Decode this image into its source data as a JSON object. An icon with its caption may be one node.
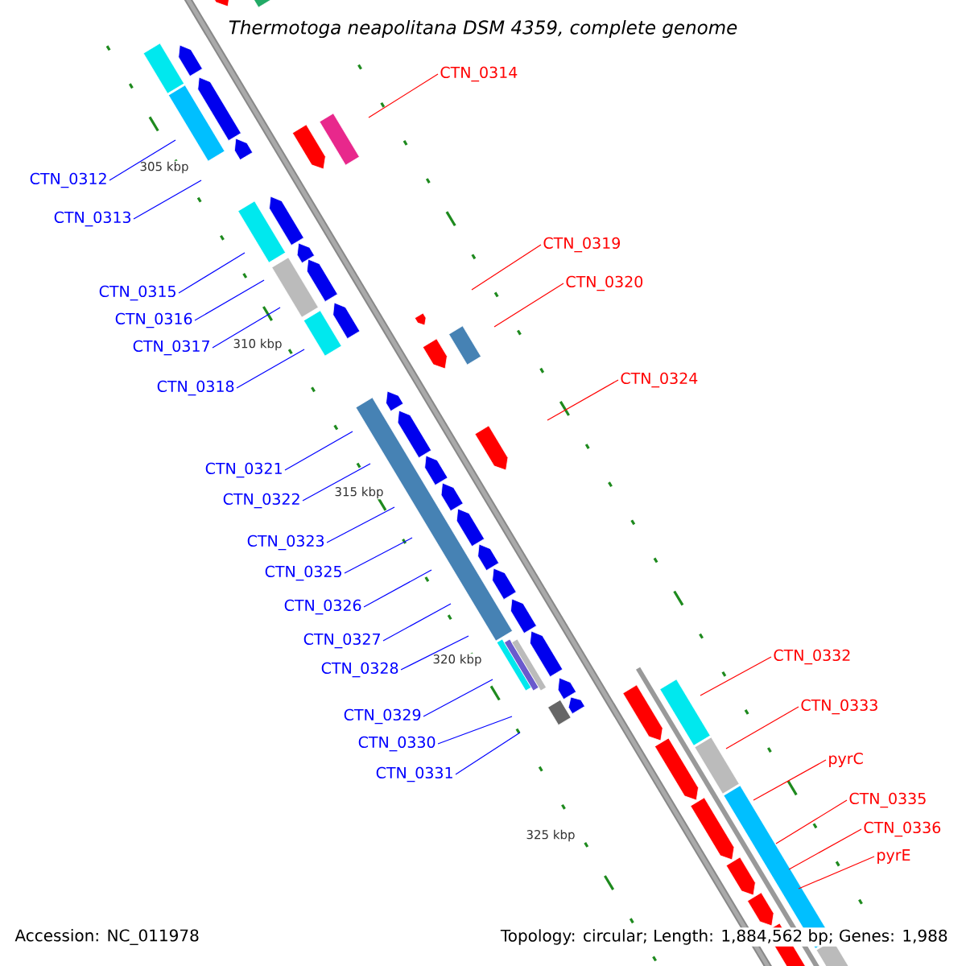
{
  "diagram": {
    "title": "Thermotoga neapolitana DSM 4359, complete genome",
    "nodes": [
      {
        "text": [
          "CTN_0314"
        ]
      },
      {
        "text": [
          "CTN_0312"
        ]
      },
      {
        "text": [
          "CTN_0313"
        ]
      },
      {
        "text": [
          "CTN_0319"
        ]
      },
      {
        "text": [
          "CTN_0320"
        ]
      },
      {
        "text": [
          "CTN_0315"
        ]
      },
      {
        "text": [
          "CTN_0316"
        ]
      },
      {
        "text": [
          "CTN_0317"
        ]
      },
      {
        "text": [
          "CTN_0324"
        ]
      },
      {
        "text": [
          "CTN_0318"
        ]
      },
      {
        "text": [
          "CTN_0321"
        ]
      },
      {
        "text": [
          "CTN_0322"
        ]
      },
      {
        "text": [
          "CTN_0323"
        ]
      },
      {
        "text": [
          "CTN_0325"
        ]
      },
      {
        "text": [
          "CTN_0326"
        ]
      },
      {
        "text": [
          "CTN_0327"
        ]
      },
      {
        "text": [
          "CTN_0328"
        ]
      },
      {
        "text": [
          "CTN_0332"
        ]
      },
      {
        "text": [
          "CTN_0333"
        ]
      },
      {
        "text": [
          "CTN_0329"
        ]
      },
      {
        "text": [
          "CTN_0330"
        ]
      },
      {
        "text": [
          "pyrC"
        ]
      },
      {
        "text": [
          "CTN_0331"
        ]
      },
      {
        "text": [
          "CTN_0335"
        ]
      },
      {
        "text": [
          "CTN_0336"
        ]
      },
      {
        "text": [
          "pyrE"
        ]
      }
    ],
    "edges": [
      {
        "from": 0,
        "to": null,
        "arrow": "none",
        "color": "#ff0000"
      },
      {
        "from": 1,
        "to": null,
        "arrow": "none"
      },
      {
        "from": 2,
        "to": null,
        "arrow": "none"
      },
      {
        "from": 3,
        "to": null,
        "arrow": "none",
        "color": "#ff0000"
      },
      {
        "from": 4,
        "to": null,
        "arrow": "none",
        "color": "#ff0000"
      },
      {
        "from": 5,
        "to": null,
        "arrow": "none"
      },
      {
        "from": 6,
        "to": null,
        "arrow": "none"
      },
      {
        "from": 7,
        "to": null,
        "arrow": "none"
      },
      {
        "from": 8,
        "to": null,
        "arrow": "none",
        "color": "#ff0000"
      },
      {
        "from": 9,
        "to": null,
        "arrow": "none"
      },
      {
        "from": 10,
        "to": null,
        "arrow": "none"
      },
      {
        "from": 11,
        "to": null,
        "arrow": "none"
      },
      {
        "from": 12,
        "to": null,
        "arrow": "none"
      },
      {
        "from": 13,
        "to": null,
        "arrow": "none"
      },
      {
        "from": 14,
        "to": null,
        "arrow": "none"
      },
      {
        "from": 15,
        "to": null,
        "arrow": "none"
      },
      {
        "from": 16,
        "to": null,
        "arrow": "none"
      },
      {
        "from": 17,
        "to": null,
        "arrow": "none",
        "color": "#ff0000"
      },
      {
        "from": 18,
        "to": null,
        "arrow": "none",
        "color": "#ff0000"
      },
      {
        "from": 19,
        "to": null,
        "arrow": "none"
      },
      {
        "from": 20,
        "to": null,
        "arrow": "none"
      },
      {
        "from": 21,
        "to": null,
        "arrow": "none",
        "color": "#ff0000"
      },
      {
        "from": 22,
        "to": null,
        "arrow": "none"
      },
      {
        "from": 23,
        "to": null,
        "arrow": "none",
        "color": "#ff0000"
      },
      {
        "from": 24,
        "to": null,
        "arrow": "none",
        "color": "#ff0000"
      },
      {
        "from": 25,
        "to": null,
        "arrow": "none",
        "color": "#ff0000"
      }
    ],
    "labels": [
      "305 kbp",
      "310 kbp",
      "315 kbp",
      "320 kbp",
      "325 kbp",
      "Accession: NC_011978",
      "Topology: circular; Length: 1,884,562 bp; Genes: 1,988"
    ]
  }
}
